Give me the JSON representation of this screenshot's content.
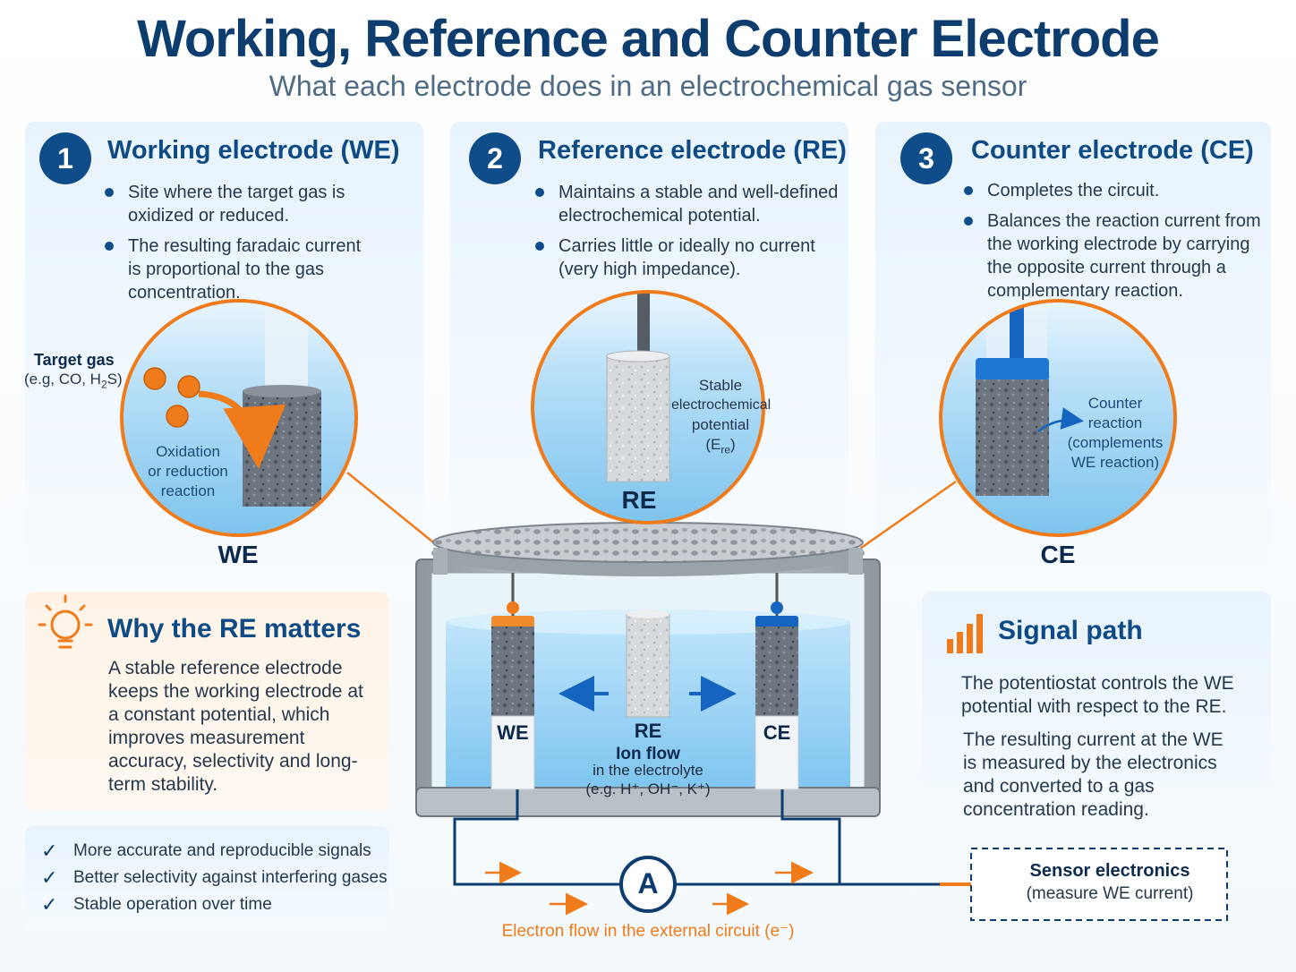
{
  "header": {
    "title": "Working, Reference and Counter Electrode",
    "subtitle": "What each electrode does in an electrochemical gas sensor"
  },
  "panels": [
    {
      "number": "1",
      "title": "Working electrode (WE)",
      "bullets": [
        "Site where the target gas is oxidized or reduced.",
        "The resulting faradaic current is proportional to the gas concentration."
      ]
    },
    {
      "number": "2",
      "title": "Reference electrode (RE)",
      "bullets": [
        "Maintains a stable and well-defined electrochemical potential.",
        "Carries little or ideally no current (very high impedance)."
      ]
    },
    {
      "number": "3",
      "title": "Counter electrode (CE)",
      "bullets": [
        "Completes the circuit.",
        "Balances the reaction current from the working electrode by carrying the opposite current through a complementary reaction."
      ]
    }
  ],
  "zoom": {
    "we": {
      "target_gas_title": "Target gas",
      "target_gas_sub": "(e.g, CO, H",
      "target_gas_sub_index": "2",
      "target_gas_sub_end": "S)",
      "reaction_line1": "Oxidation",
      "reaction_line2": "or reduction",
      "reaction_line3": "reaction",
      "label": "WE"
    },
    "re": {
      "line1": "Stable",
      "line2": "electrochemical",
      "line3": "potential",
      "line4_main": "(E",
      "line4_sub": "re",
      "line4_end": ")",
      "label": "RE"
    },
    "ce": {
      "line1": "Counter",
      "line2": "reaction",
      "line3": "(complements",
      "line4": "WE reaction)",
      "label": "CE"
    }
  },
  "cell": {
    "we_label": "WE",
    "re_label": "RE",
    "ce_label": "CE",
    "ion_flow_title": "Ion flow",
    "ion_flow_sub": "in the electrolyte",
    "ion_examples": "(e.g. H⁺, OH⁻, K⁺)",
    "ammeter_label": "A",
    "electron_flow": "Electron flow in the external circuit (e⁻)"
  },
  "why": {
    "title": "Why the RE matters",
    "text": "A stable reference electrode keeps the working electrode at a constant potential, which improves measurement accuracy, selectivity and long-term stability."
  },
  "benefits": [
    "More accurate and reproducible signals",
    "Better selectivity against interfering gases",
    "Stable operation over time"
  ],
  "signal": {
    "title": "Signal path",
    "para1": "The potentiostat controls the WE potential with respect to the RE.",
    "para2": "The resulting current at the WE is measured by the electronics and converted to a gas concentration reading."
  },
  "electronics": {
    "title": "Sensor electronics",
    "subtitle": "(measure WE current)"
  },
  "colors": {
    "navy": "#0d3d6e",
    "accent_orange": "#f07b1a",
    "electrode_blue": "#1565c0",
    "electrolyte": "#9fd3f5"
  }
}
